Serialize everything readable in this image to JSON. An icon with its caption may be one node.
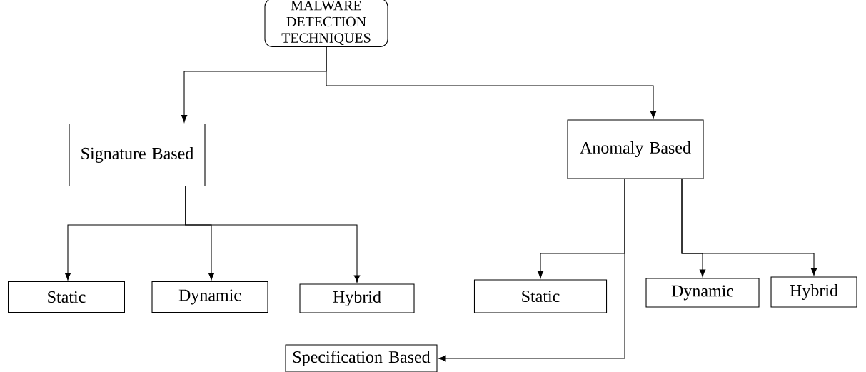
{
  "diagram": {
    "nodes": [
      {
        "text": [
          "MALWARE DETECTION TECHNIQUES"
        ]
      },
      {
        "text": [
          "Signature Based"
        ]
      },
      {
        "text": [
          "Anomaly Based"
        ]
      },
      {
        "text": [
          "Static"
        ]
      },
      {
        "text": [
          "Dynamic"
        ]
      },
      {
        "text": [
          "Hybrid"
        ]
      },
      {
        "text": [
          "Static"
        ]
      },
      {
        "text": [
          "Dynamic"
        ]
      },
      {
        "text": [
          "Hybrid"
        ]
      },
      {
        "text": [
          "Specification Based"
        ]
      }
    ],
    "edges": [
      {
        "from": 0,
        "to": 1,
        "arrow": "to"
      },
      {
        "from": 0,
        "to": 2,
        "arrow": "to"
      },
      {
        "from": 1,
        "to": 3,
        "arrow": "to"
      },
      {
        "from": 1,
        "to": 4,
        "arrow": "to"
      },
      {
        "from": 1,
        "to": 5,
        "arrow": "to"
      },
      {
        "from": 2,
        "to": 6,
        "arrow": "to"
      },
      {
        "from": 2,
        "to": 7,
        "arrow": "to"
      },
      {
        "from": 2,
        "to": 8,
        "arrow": "to"
      },
      {
        "from": 2,
        "to": 9,
        "arrow": "to"
      }
    ]
  }
}
